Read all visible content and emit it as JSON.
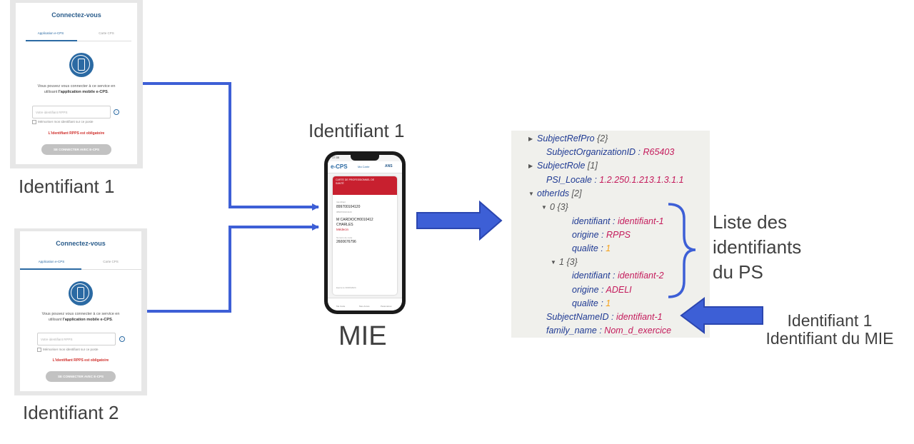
{
  "login_panels": [
    {
      "title": "Connectez-vous",
      "tab_active": "Application e-CPS",
      "tab_inactive": "Carte CPS",
      "desc_line1": "Vous pouvez vous connecter à ce service en",
      "desc_line2_prefix": "utilisant ",
      "desc_line2_bold": "l'application mobile e-CPS",
      "desc_line2_suffix": ".",
      "input_placeholder": "Votre identifiant RPPS",
      "info_icon": "info-icon",
      "remember": "Mémoriser mon identifiant sur ce poste",
      "error": "L'identifiant RPPS est obligatoire",
      "button": "SE CONNECTER AVEC E-CPS",
      "caption": "Identifiant 1"
    },
    {
      "title": "Connectez-vous",
      "tab_active": "Application e-CPS",
      "tab_inactive": "Carte CPS",
      "desc_line1": "Vous pouvez vous connecter à ce service en",
      "desc_line2_prefix": "utilisant ",
      "desc_line2_bold": "l'application mobile e-CPS",
      "desc_line2_suffix": ".",
      "input_placeholder": "Votre identifiant RPPS",
      "info_icon": "info-icon",
      "remember": "Mémoriser mon identifiant sur ce poste",
      "error": "L'identifiant RPPS est obligatoire",
      "button": "SE CONNECTER AVEC E-CPS",
      "caption": "Identifiant 2"
    }
  ],
  "phone": {
    "top_label": "Identifiant 1",
    "bottom_label": "MIE",
    "status_time": "17:35",
    "app_logo": "e-CPS",
    "app_tab": "Ma Carte",
    "ans_logo": "ANS",
    "card_band": "CARTE DE PROFESSIONNEL DE SANTÉ",
    "id_label": "Identifiant",
    "id_value": "899700104120",
    "id_sub": "0899700104120",
    "name_line1": "M CARDIOCH0010412",
    "name_line2": "CHARLES",
    "profession": "Médecin",
    "card_num_label": "Numéro de carte",
    "card_num": "2600676796",
    "expiry": "Expire le 30/06/2024",
    "nav": [
      "Ma Carte",
      "Mes Accès",
      "Paramètres"
    ]
  },
  "tree": [
    {
      "key": "SubjectRefPro",
      "count": "{2}",
      "toggle": "collapsed"
    },
    {
      "key": "SubjectOrganizationID",
      "value": "R65403"
    },
    {
      "key": "SubjectRole",
      "count": "[1]",
      "toggle": "collapsed"
    },
    {
      "key": "PSI_Locale",
      "value": "1.2.250.1.213.1.3.1.1"
    },
    {
      "key": "otherIds",
      "count": "[2]",
      "toggle": "expanded"
    },
    {
      "key": "0",
      "count": "{3}",
      "toggle": "expanded"
    },
    {
      "key": "identifiant",
      "value": "identifiant-1"
    },
    {
      "key": "origine",
      "value": "RPPS"
    },
    {
      "key": "qualite",
      "number": "1"
    },
    {
      "key": "1",
      "count": "{3}",
      "toggle": "expanded"
    },
    {
      "key": "identifiant",
      "value": "identifiant-2"
    },
    {
      "key": "origine",
      "value": "ADELI"
    },
    {
      "key": "qualite",
      "number": "1"
    },
    {
      "key": "SubjectNameID",
      "value": "identifiant-1"
    },
    {
      "key": "family_name",
      "value": "Nom_d_exercice"
    }
  ],
  "liste": [
    "Liste des",
    "identifiants",
    "du PS"
  ],
  "note": [
    "Identifiant 1",
    "Identifiant du MIE"
  ],
  "colors": {
    "arrow": "#3d5fd6",
    "arrow_dark": "#2b46b0",
    "json_key": "#1f3a93",
    "json_value": "#c41a5b",
    "json_number": "#f5a11a"
  }
}
